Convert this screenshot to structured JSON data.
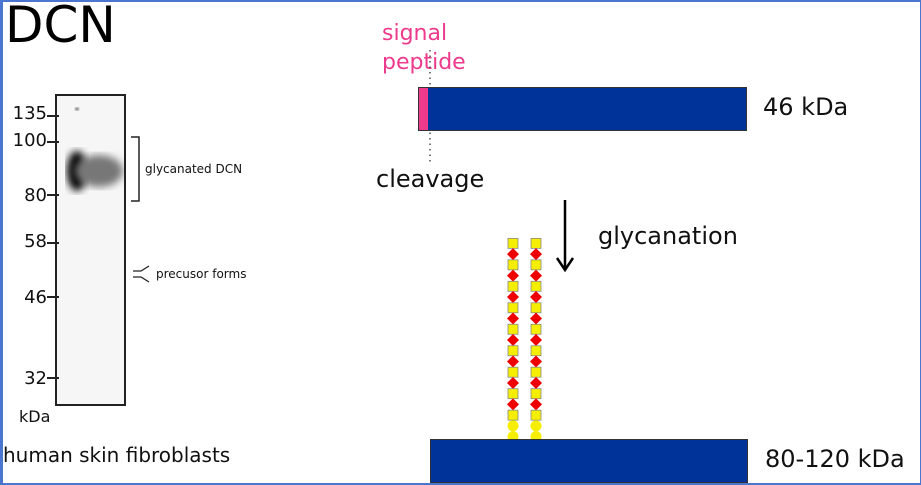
{
  "title": "DCN",
  "western_blot": {
    "markers": [
      {
        "label": "135"
      },
      {
        "label": "100"
      },
      {
        "label": "80"
      },
      {
        "label": "58"
      },
      {
        "label": "46"
      },
      {
        "label": "32"
      }
    ],
    "unit": "kDa",
    "annotations": {
      "glycanated": "glycanated DCN",
      "precursor": "precusor forms"
    },
    "caption": "human skin fibroblasts"
  },
  "schema": {
    "signal_peptide_label": "signal\npeptide",
    "signal_peptide_line1": "signal",
    "signal_peptide_line2": "peptide",
    "cleavage_label": "cleavage",
    "step_label": "glycanation",
    "precursor_size": "46 kDa",
    "mature_size": "80-120 kDa",
    "glycan_chains": 2,
    "glycan_units": [
      "square",
      "diamond",
      "square",
      "diamond",
      "square",
      "diamond",
      "square",
      "diamond",
      "square",
      "diamond",
      "square",
      "diamond",
      "square",
      "diamond",
      "square",
      "diamond",
      "square",
      "circle",
      "circle"
    ],
    "colors": {
      "protein": "#003399",
      "signal_peptide": "#ee3a8c",
      "square": "#f5ee00",
      "diamond": "#ee0000",
      "circle": "#f5ee00"
    }
  }
}
